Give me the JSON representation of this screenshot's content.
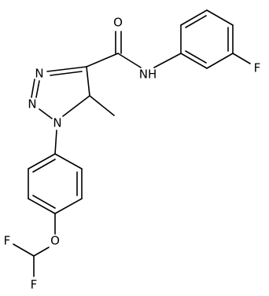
{
  "molecule": {
    "atoms": [
      {
        "id": "O_carbonyl",
        "label": "O"
      },
      {
        "id": "N_amide",
        "label": "NH"
      },
      {
        "id": "F_aryl",
        "label": "F"
      },
      {
        "id": "N3",
        "label": "N"
      },
      {
        "id": "N2",
        "label": "N"
      },
      {
        "id": "N1",
        "label": "N"
      },
      {
        "id": "O_ether",
        "label": "O"
      },
      {
        "id": "F_a",
        "label": "F"
      },
      {
        "id": "F_b",
        "label": "F"
      }
    ],
    "substituents": {
      "methyl": "methyl"
    }
  }
}
